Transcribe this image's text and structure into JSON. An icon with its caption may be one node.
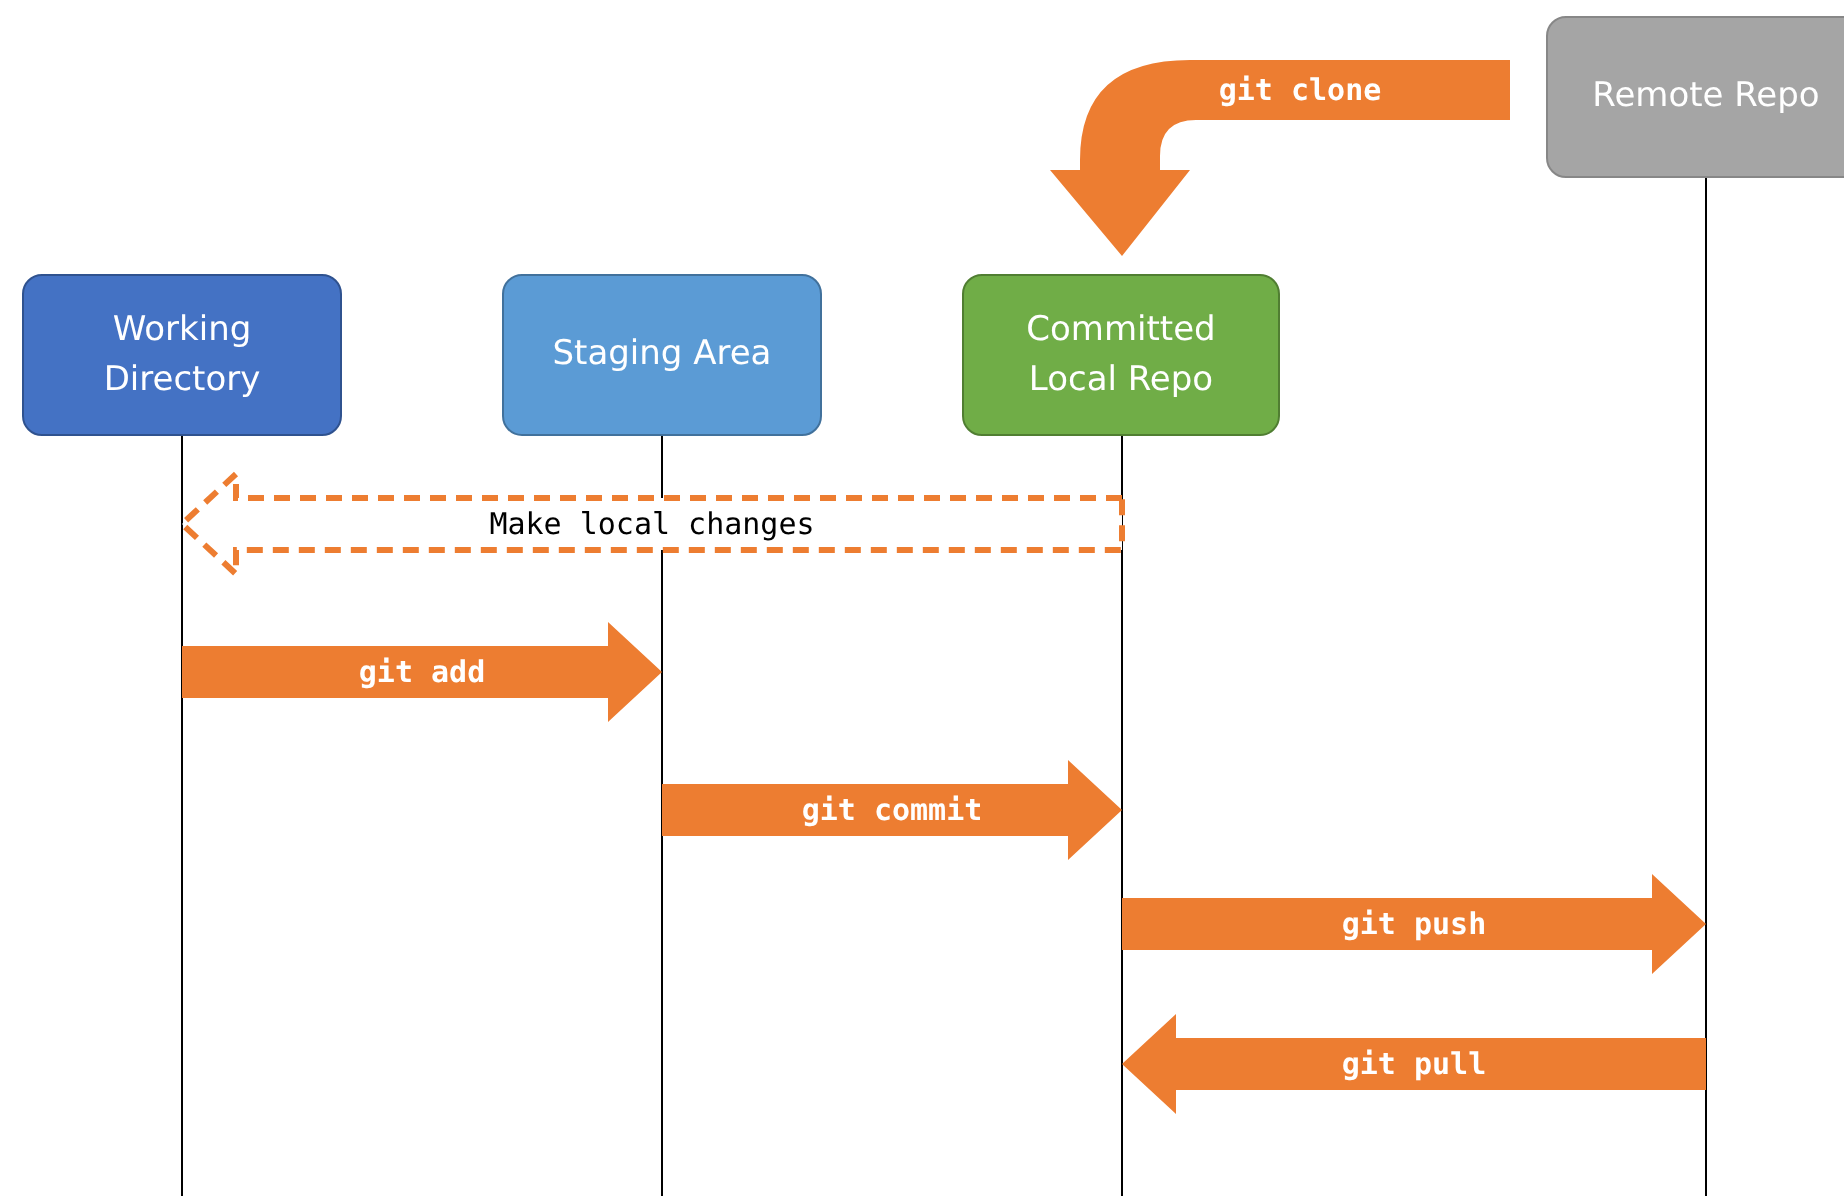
{
  "diagram": {
    "nodes": [
      {
        "text": [
          "Working Directory"
        ]
      },
      {
        "text": [
          "Staging Area"
        ]
      },
      {
        "text": [
          "Committed Local Repo"
        ]
      },
      {
        "text": [
          "Remote Repo"
        ]
      }
    ],
    "edges": [
      {
        "from": 3,
        "to": 2,
        "arrow": "to",
        "label": "git clone"
      },
      {
        "from": 2,
        "to": 0,
        "arrow": "to",
        "label": "Make local changes",
        "style": "dashed"
      },
      {
        "from": 0,
        "to": 1,
        "arrow": "to",
        "label": "git add"
      },
      {
        "from": 1,
        "to": 2,
        "arrow": "to",
        "label": "git commit"
      },
      {
        "from": 2,
        "to": 3,
        "arrow": "to",
        "label": "git push"
      },
      {
        "from": 3,
        "to": 2,
        "arrow": "to",
        "label": "git pull"
      }
    ]
  }
}
